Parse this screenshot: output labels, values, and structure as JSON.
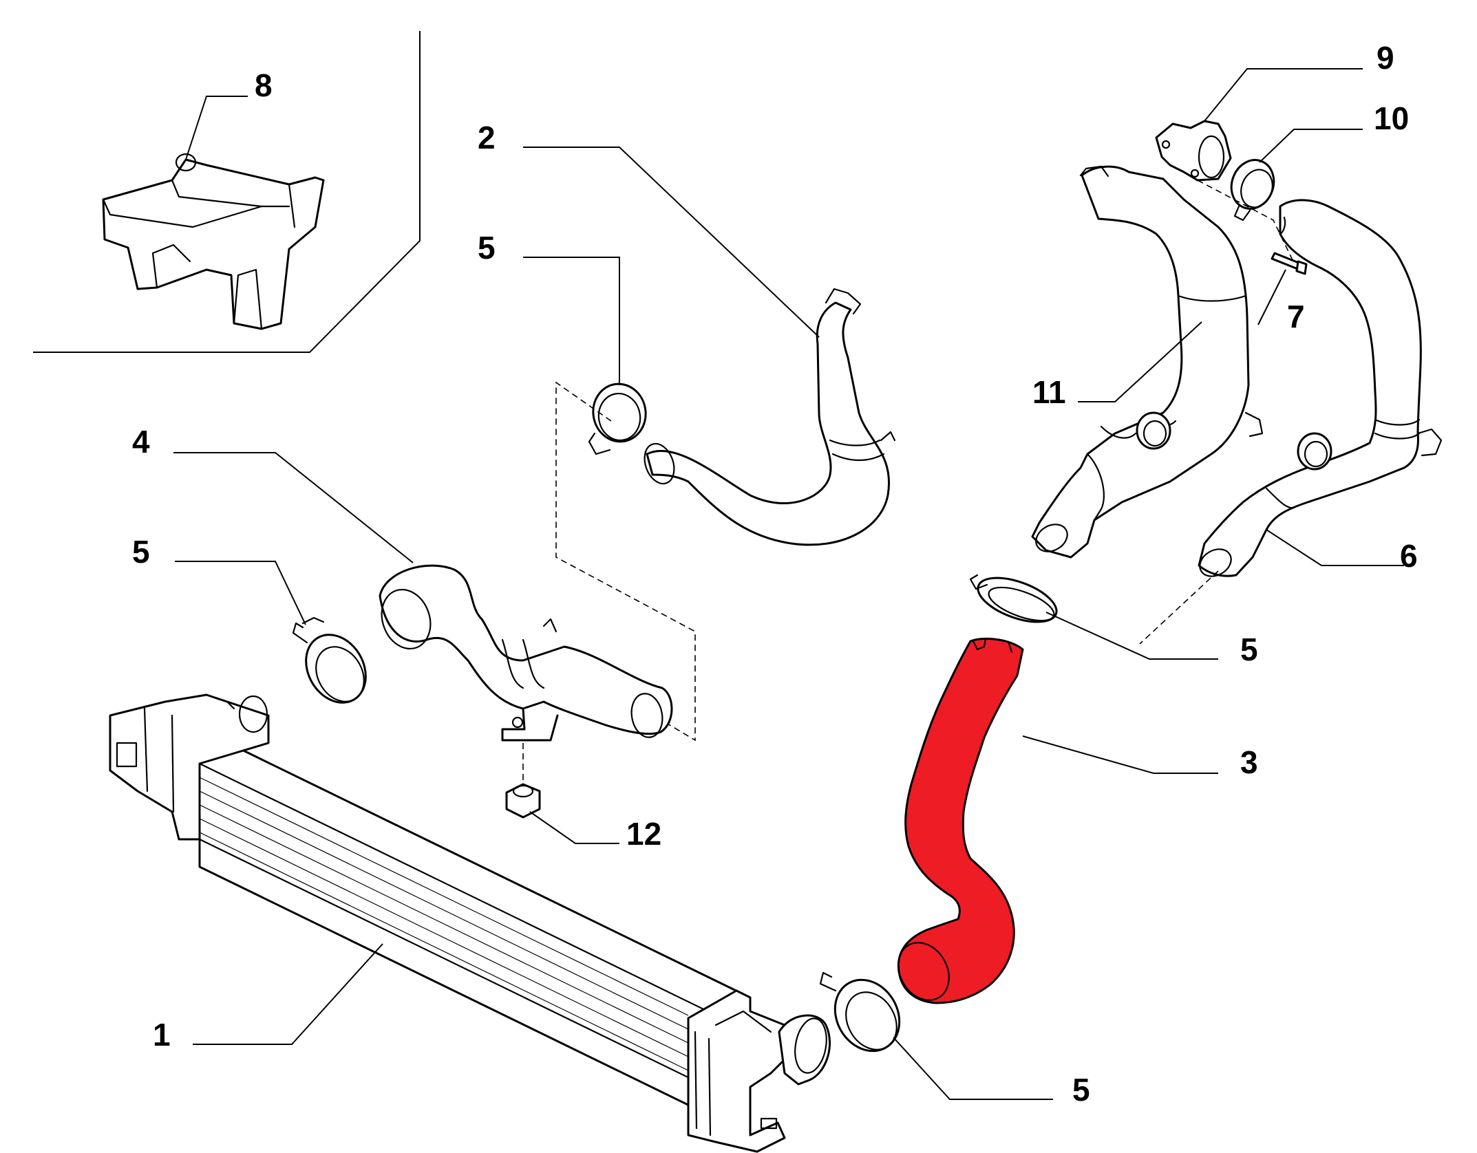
{
  "colors": {
    "background": "#ffffff",
    "line": "#000000",
    "highlighted_part": "#ee1c25"
  },
  "highlighted_part_number": "3",
  "callouts": [
    {
      "id": "c8",
      "label": "8"
    },
    {
      "id": "c2",
      "label": "2"
    },
    {
      "id": "c5a",
      "label": "5"
    },
    {
      "id": "c9",
      "label": "9"
    },
    {
      "id": "c10",
      "label": "10"
    },
    {
      "id": "c7",
      "label": "7"
    },
    {
      "id": "c11",
      "label": "11"
    },
    {
      "id": "c4",
      "label": "4"
    },
    {
      "id": "c5b",
      "label": "5"
    },
    {
      "id": "c6",
      "label": "6"
    },
    {
      "id": "c5c",
      "label": "5"
    },
    {
      "id": "c3",
      "label": "3"
    },
    {
      "id": "c12",
      "label": "12"
    },
    {
      "id": "c1",
      "label": "1"
    },
    {
      "id": "c5d",
      "label": "5"
    }
  ]
}
